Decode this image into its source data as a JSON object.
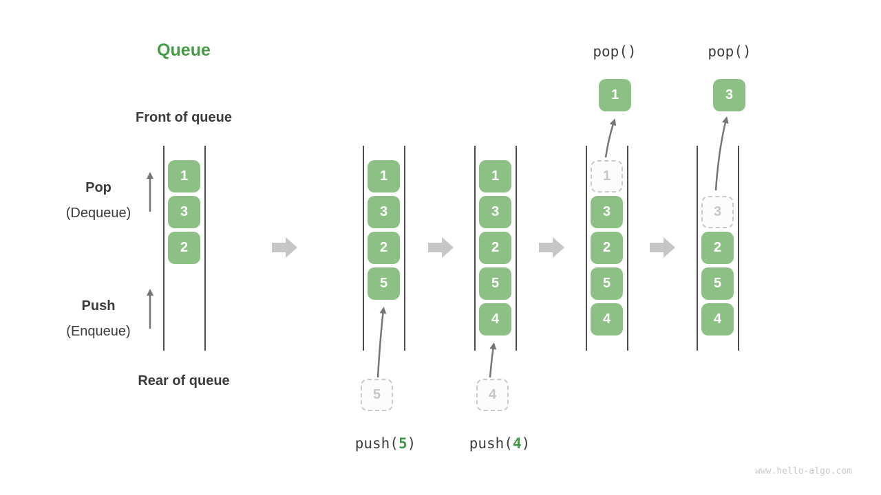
{
  "title": "Queue",
  "watermark": "www.hello-algo.com",
  "labels": {
    "front": "Front of queue",
    "rear": "Rear of queue",
    "pop": "Pop",
    "pop_sub": "(Dequeue)",
    "push": "Push",
    "push_sub": "(Enqueue)"
  },
  "pop_calls": [
    {
      "label": "pop()",
      "value": "1"
    },
    {
      "label": "pop()",
      "value": "3"
    }
  ],
  "push_calls": [
    {
      "prefix": "push(",
      "arg": "5",
      "suffix": ")"
    },
    {
      "prefix": "push(",
      "arg": "4",
      "suffix": ")"
    }
  ],
  "staged": [
    {
      "value": "5"
    },
    {
      "value": "4"
    }
  ],
  "columns": [
    {
      "items": [
        {
          "value": "1",
          "state": "filled"
        },
        {
          "value": "3",
          "state": "filled"
        },
        {
          "value": "2",
          "state": "filled"
        }
      ]
    },
    {
      "items": [
        {
          "value": "1",
          "state": "filled"
        },
        {
          "value": "3",
          "state": "filled"
        },
        {
          "value": "2",
          "state": "filled"
        },
        {
          "value": "5",
          "state": "filled"
        }
      ]
    },
    {
      "items": [
        {
          "value": "1",
          "state": "filled"
        },
        {
          "value": "3",
          "state": "filled"
        },
        {
          "value": "2",
          "state": "filled"
        },
        {
          "value": "5",
          "state": "filled"
        },
        {
          "value": "4",
          "state": "filled"
        }
      ]
    },
    {
      "items": [
        {
          "value": "1",
          "state": "ghost"
        },
        {
          "value": "3",
          "state": "filled"
        },
        {
          "value": "2",
          "state": "filled"
        },
        {
          "value": "5",
          "state": "filled"
        },
        {
          "value": "4",
          "state": "filled"
        }
      ]
    },
    {
      "items": [
        {
          "value": "3",
          "state": "ghost"
        },
        {
          "value": "2",
          "state": "filled"
        },
        {
          "value": "5",
          "state": "filled"
        },
        {
          "value": "4",
          "state": "filled"
        }
      ]
    }
  ],
  "colors": {
    "item_green": "#8dc084",
    "title_green": "#469b47",
    "arg_green": "#3f9845",
    "block_arrow_gray": "#c6c6c6",
    "thin_arrow_gray": "#757575",
    "text_dark": "#3b3b3b"
  }
}
